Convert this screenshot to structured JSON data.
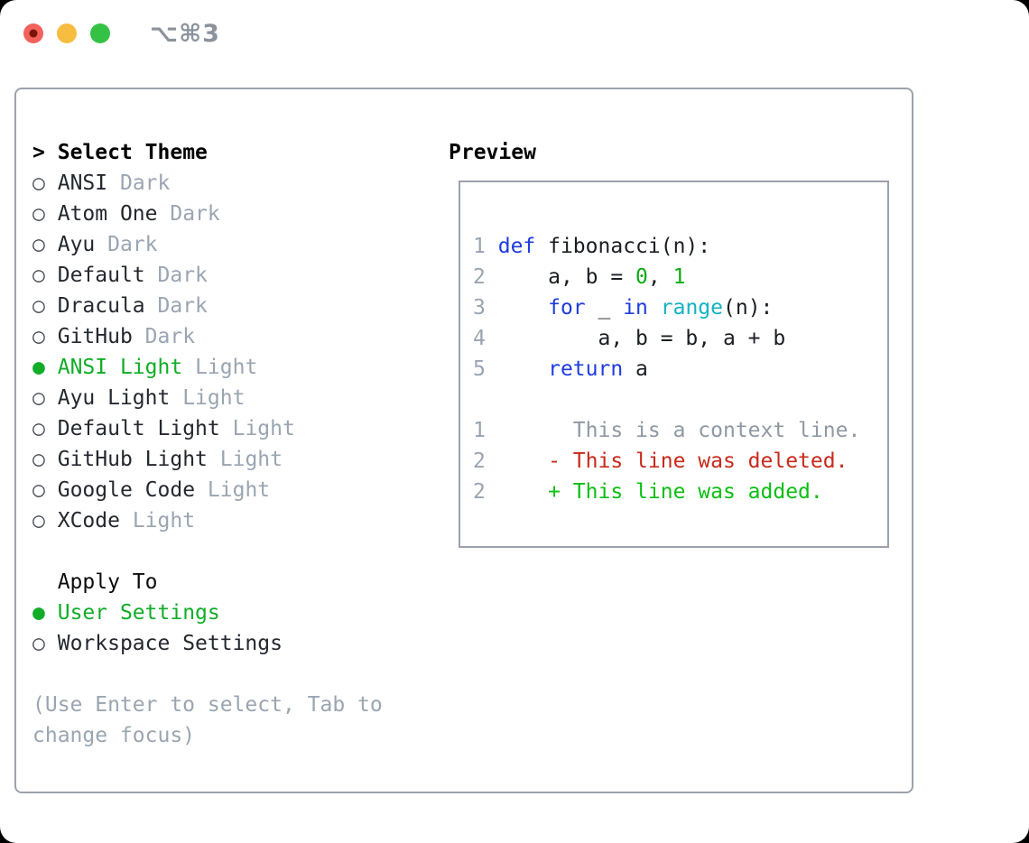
{
  "window": {
    "title": "⌥⌘3",
    "buttons": [
      {
        "name": "close"
      },
      {
        "name": "minimize"
      },
      {
        "name": "zoom"
      }
    ]
  },
  "theme_panel": {
    "prompt": ">",
    "header": "Select Theme",
    "items": [
      {
        "name": "ANSI",
        "variant": "Dark",
        "selected": false
      },
      {
        "name": "Atom One",
        "variant": "Dark",
        "selected": false
      },
      {
        "name": "Ayu",
        "variant": "Dark",
        "selected": false
      },
      {
        "name": "Default",
        "variant": "Dark",
        "selected": false
      },
      {
        "name": "Dracula",
        "variant": "Dark",
        "selected": false
      },
      {
        "name": "GitHub",
        "variant": "Dark",
        "selected": false
      },
      {
        "name": "ANSI Light",
        "variant": "Light",
        "selected": true
      },
      {
        "name": "Ayu Light",
        "variant": "Light",
        "selected": false
      },
      {
        "name": "Default Light",
        "variant": "Light",
        "selected": false
      },
      {
        "name": "GitHub Light",
        "variant": "Light",
        "selected": false
      },
      {
        "name": "Google Code",
        "variant": "Light",
        "selected": false
      },
      {
        "name": "XCode",
        "variant": "Light",
        "selected": false
      }
    ],
    "radio_icons": {
      "selected": "●",
      "unselected": "○"
    }
  },
  "apply_to": {
    "header": "Apply To",
    "options": [
      {
        "name": "User Settings",
        "selected": true
      },
      {
        "name": "Workspace Settings",
        "selected": false
      }
    ]
  },
  "help": {
    "line1": "(Use Enter to select, Tab to",
    "line2": "change focus)"
  },
  "preview": {
    "header": "Preview",
    "code_lines": [
      {
        "num": "1",
        "tokens": [
          {
            "text": "def",
            "color": "keyword"
          },
          {
            "text": " fibonacci(n):",
            "color": "default"
          }
        ]
      },
      {
        "num": "2",
        "tokens": [
          {
            "text": "    a, b = ",
            "color": "default"
          },
          {
            "text": "0",
            "color": "number"
          },
          {
            "text": ", ",
            "color": "default"
          },
          {
            "text": "1",
            "color": "number"
          }
        ]
      },
      {
        "num": "3",
        "tokens": [
          {
            "text": "    ",
            "color": "default"
          },
          {
            "text": "for",
            "color": "keyword"
          },
          {
            "text": " _ ",
            "color": "default"
          },
          {
            "text": "in",
            "color": "keyword"
          },
          {
            "text": " ",
            "color": "default"
          },
          {
            "text": "range",
            "color": "builtin"
          },
          {
            "text": "(n):",
            "color": "default"
          }
        ]
      },
      {
        "num": "4",
        "tokens": [
          {
            "text": "        a, b = b, a + b",
            "color": "default"
          }
        ]
      },
      {
        "num": "5",
        "tokens": [
          {
            "text": "    ",
            "color": "default"
          },
          {
            "text": "return",
            "color": "keyword"
          },
          {
            "text": " a",
            "color": "default"
          }
        ]
      }
    ],
    "diff_lines": [
      {
        "num": "1",
        "marker": " ",
        "text": "This is a context line.",
        "type": "context"
      },
      {
        "num": "2",
        "marker": "-",
        "text": "This line was deleted.",
        "type": "deleted"
      },
      {
        "num": "2",
        "marker": "+",
        "text": "This line was added.",
        "type": "added"
      }
    ]
  },
  "colors": {
    "selected_green": "#11ad28",
    "added_green": "#0abf12",
    "number_green": "#0ca913",
    "deleted_red": "#c9291a",
    "keyword_blue": "#1e3cdf",
    "builtin_cyan": "#12b2c4",
    "muted_gray": "#9aa5b2",
    "context_gray": "#8f99a3",
    "border_gray": "#9aa2ac",
    "title_gray": "#8b929b",
    "traffic_red": "#f2615b",
    "traffic_red_dot": "#7c1307",
    "traffic_yellow": "#f6bd40",
    "traffic_green": "#35c244"
  }
}
